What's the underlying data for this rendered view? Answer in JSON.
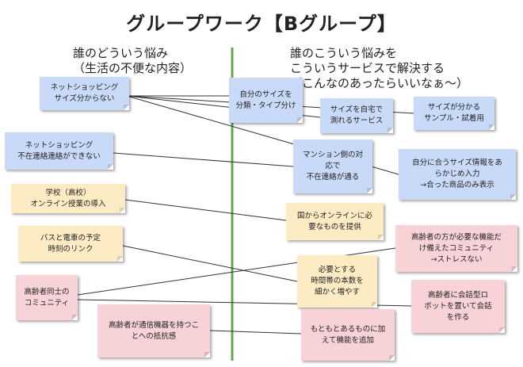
{
  "title": "グループワーク【Bグループ】",
  "headers": {
    "left_line1": "誰のどういう悩み",
    "left_line2": "（生活の不便な内容）",
    "right_line1": "誰のこういう悩みを",
    "right_line2": "こういうサービスで解決する",
    "right_line3": "（こんなのあったらいいなぁ～）"
  },
  "colors": {
    "divider": "#6aa84f",
    "blue_note": "#c9daf8",
    "yellow_note": "#fdebc4",
    "pink_note": "#f7d2d6",
    "connector": "#333333"
  },
  "problems": [
    {
      "id": "p1",
      "text": "ネットショッピング\nサイズ分からない",
      "color": "blue"
    },
    {
      "id": "p2",
      "text": "ネットショッピング\n不在連絡連絡ができない",
      "color": "blue"
    },
    {
      "id": "p3",
      "text": "学校（高校）\nオンライン授業の導入",
      "color": "yellow"
    },
    {
      "id": "p4",
      "text": "バスと電車の予定\n時刻のリンク",
      "color": "yellow"
    },
    {
      "id": "p5",
      "text": "高齢者同士の\nコミュニティ",
      "color": "pink"
    },
    {
      "id": "p6",
      "text": "高齢者が通信機器を持つこ\nとへの抵抗感",
      "color": "pink"
    }
  ],
  "solutions": [
    {
      "id": "s1",
      "text": "自分のサイズを\n分類・タイプ分け",
      "color": "blue"
    },
    {
      "id": "s2",
      "text": "サイズを自宅で\n測れるサービス",
      "color": "blue"
    },
    {
      "id": "s3",
      "text": "サイズが分かる\nサンプル・試着用",
      "color": "blue"
    },
    {
      "id": "s4",
      "text": "マンション側の対\n応で\n不在連絡が通る",
      "color": "blue"
    },
    {
      "id": "s5",
      "text": "自分に合うサイズ情報をあ\nらかじめ入力\n→合った商品のみ表示",
      "color": "blue"
    },
    {
      "id": "s6",
      "text": "国からオンラインに必\n要なものを提供",
      "color": "yellow"
    },
    {
      "id": "s7",
      "text": "高齢者の方が必要な機能だ\nけ備えたコミュニティ\n→ストレスない",
      "color": "pink"
    },
    {
      "id": "s8",
      "text": "必要とする\n時間帯の本数を\n細かく増やす",
      "color": "yellow"
    },
    {
      "id": "s9",
      "text": "高齢者に会話型ロ\nボットを置いて会話\nを作る",
      "color": "pink"
    },
    {
      "id": "s10",
      "text": "もともとあるものに加\nえて機能を追加",
      "color": "pink"
    }
  ],
  "connections": [
    {
      "from": "p1",
      "to": "s1"
    },
    {
      "from": "p1",
      "to": "s2"
    },
    {
      "from": "p1",
      "to": "s3"
    },
    {
      "from": "p1",
      "to": "s5"
    },
    {
      "from": "p2",
      "to": "s4"
    },
    {
      "from": "p3",
      "to": "s6"
    },
    {
      "from": "p4",
      "to": "s8"
    },
    {
      "from": "p5",
      "to": "s7"
    },
    {
      "from": "p5",
      "to": "s9"
    },
    {
      "from": "p6",
      "to": "s10"
    }
  ]
}
